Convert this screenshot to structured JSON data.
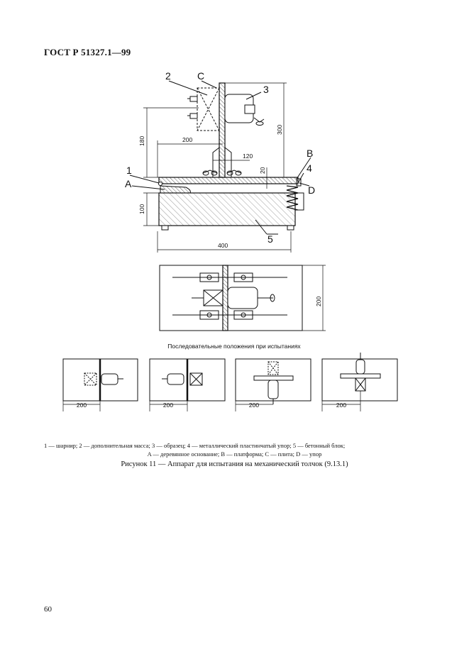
{
  "header": "ГОСТ Р 51327.1—99",
  "labels": {
    "n2": "2",
    "C": "C",
    "n3": "3",
    "n1": "1",
    "A": "A",
    "B": "B",
    "n4": "4",
    "D": "D",
    "n5": "5"
  },
  "dims": {
    "d200a": "200",
    "d180": "180",
    "d300": "300",
    "d120": "120",
    "d20": "20",
    "d100": "100",
    "d400": "400",
    "d200plan": "200",
    "d200s1": "200",
    "d200s2": "200",
    "d200s3": "200",
    "d200s4": "200"
  },
  "sequence_caption": "Последовательные положения при испытаниях",
  "legend": {
    "line1": "1 — шарнир; 2 — дополнительная масса; 3 — образец; 4 — металлический пластинчатый упор; 5 — бетонный блок;",
    "line2": "A — деревянное основание; B — платформа; C — плита; D — упор"
  },
  "figure_title": "Рисунок 11 — Аппарат для испытания на механический толчок (9.13.1)",
  "page_number": "60"
}
